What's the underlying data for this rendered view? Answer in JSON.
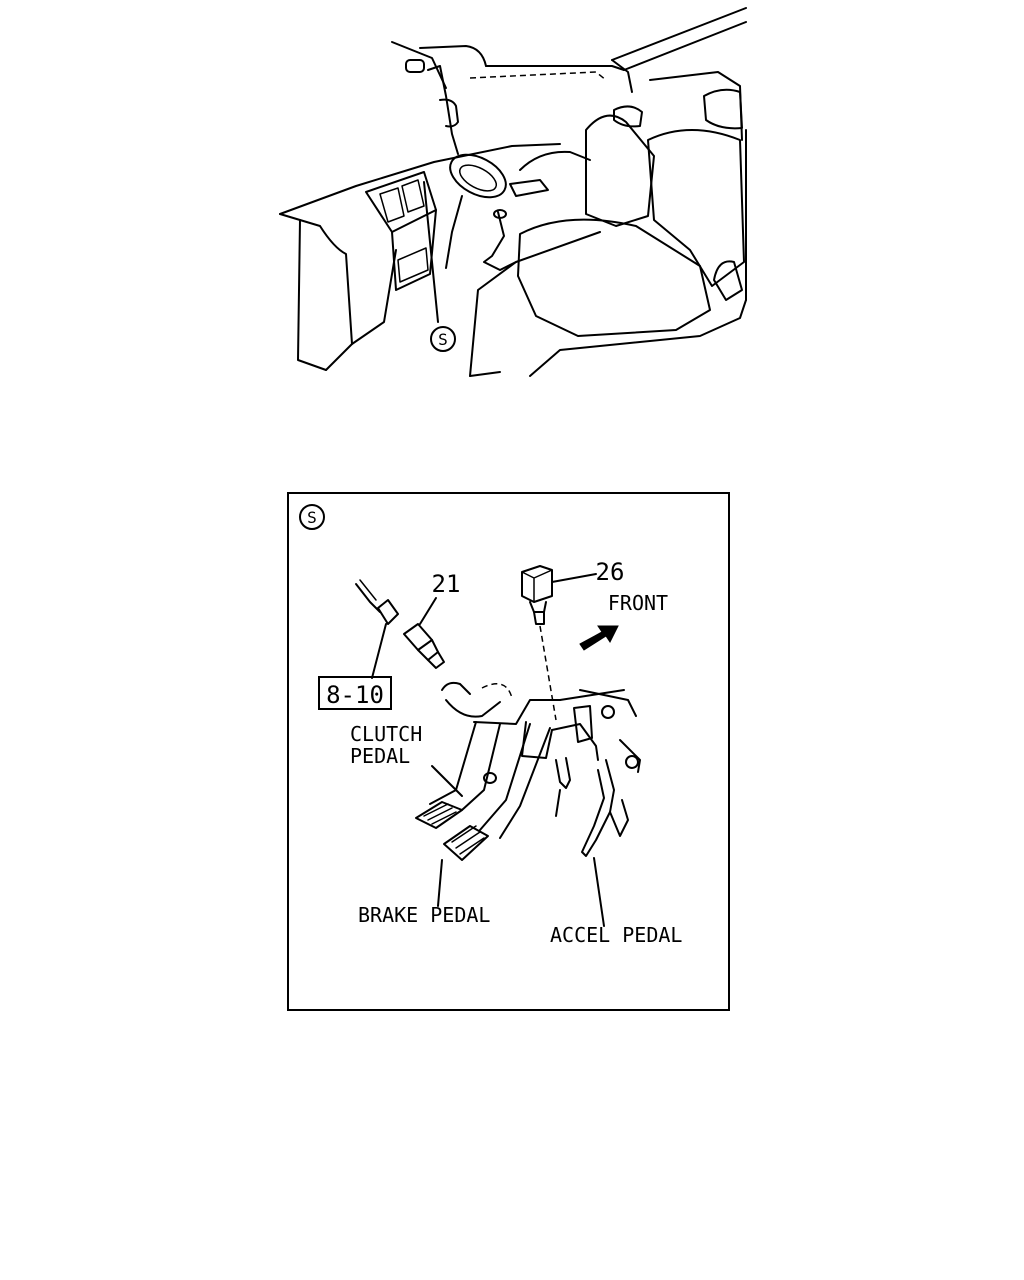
{
  "cab_view": {
    "location_marker": "S"
  },
  "detail": {
    "marker": "S",
    "callouts": {
      "part_21": "21",
      "part_26": "26",
      "ref_box": "8-10"
    },
    "direction_label": "FRONT",
    "labels": {
      "clutch_line1": "CLUTCH",
      "clutch_line2": "PEDAL",
      "brake": "BRAKE PEDAL",
      "accel": "ACCEL PEDAL"
    }
  }
}
